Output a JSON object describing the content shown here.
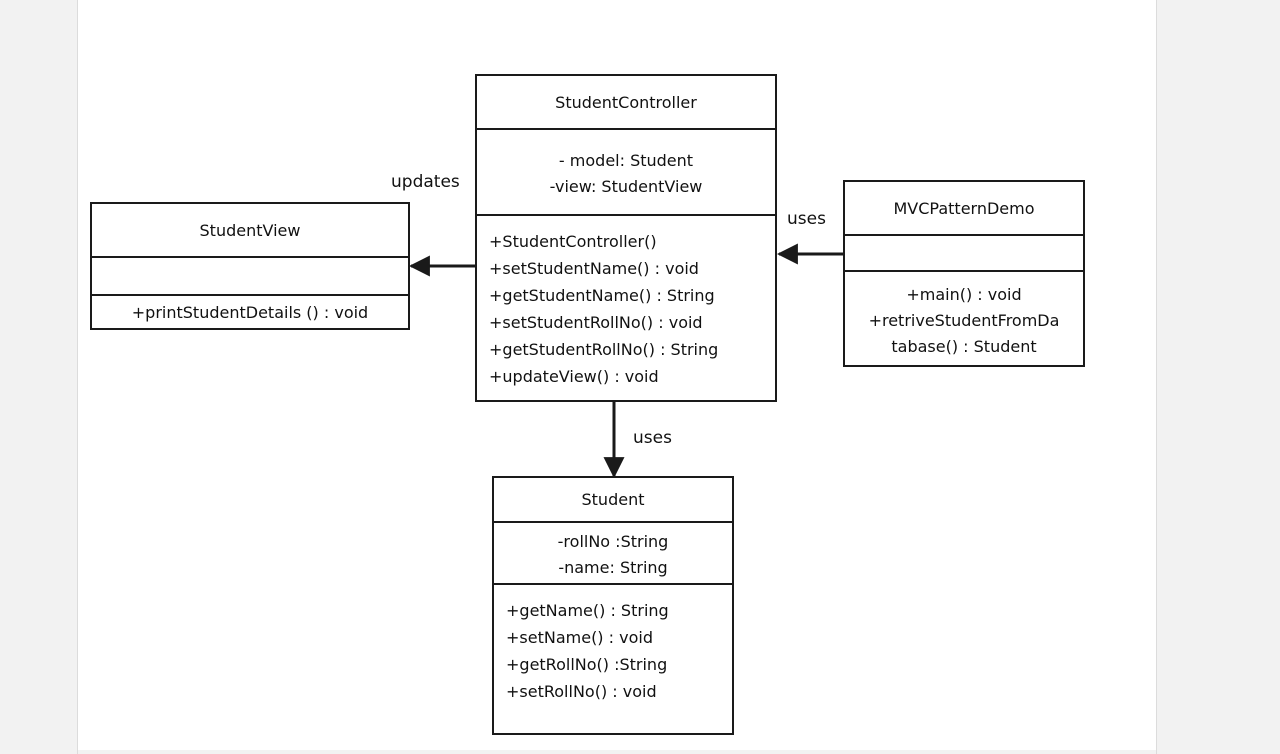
{
  "diagram": {
    "classes": {
      "student_controller": {
        "name": "StudentController",
        "attributes": [
          "- model: Student",
          "-view: StudentView"
        ],
        "operations": [
          "+StudentController()",
          "+setStudentName()  : void",
          "+getStudentName()  : String",
          "+setStudentRollNo()  : void",
          "+getStudentRollNo()  : String",
          "+updateView()  : void"
        ]
      },
      "student_view": {
        "name": "StudentView",
        "attributes": [],
        "operations": [
          "+printStudentDetails   () : void"
        ]
      },
      "mvc_pattern_demo": {
        "name": "MVCPatternDemo",
        "attributes": [],
        "operations": [
          "+main()  : void",
          "+retriveStudentFromDa",
          "tabase() : Student"
        ]
      },
      "student": {
        "name": "Student",
        "attributes": [
          "-rollNo  :String",
          "-name: String"
        ],
        "operations": [
          "+getName() : String",
          "+setName()  : void",
          "+getRollNo()  :String",
          "+setRollNo()  : void"
        ]
      }
    },
    "relations": {
      "updates_label": "updates",
      "uses_demo_label": "uses",
      "uses_student_label": "uses"
    }
  }
}
